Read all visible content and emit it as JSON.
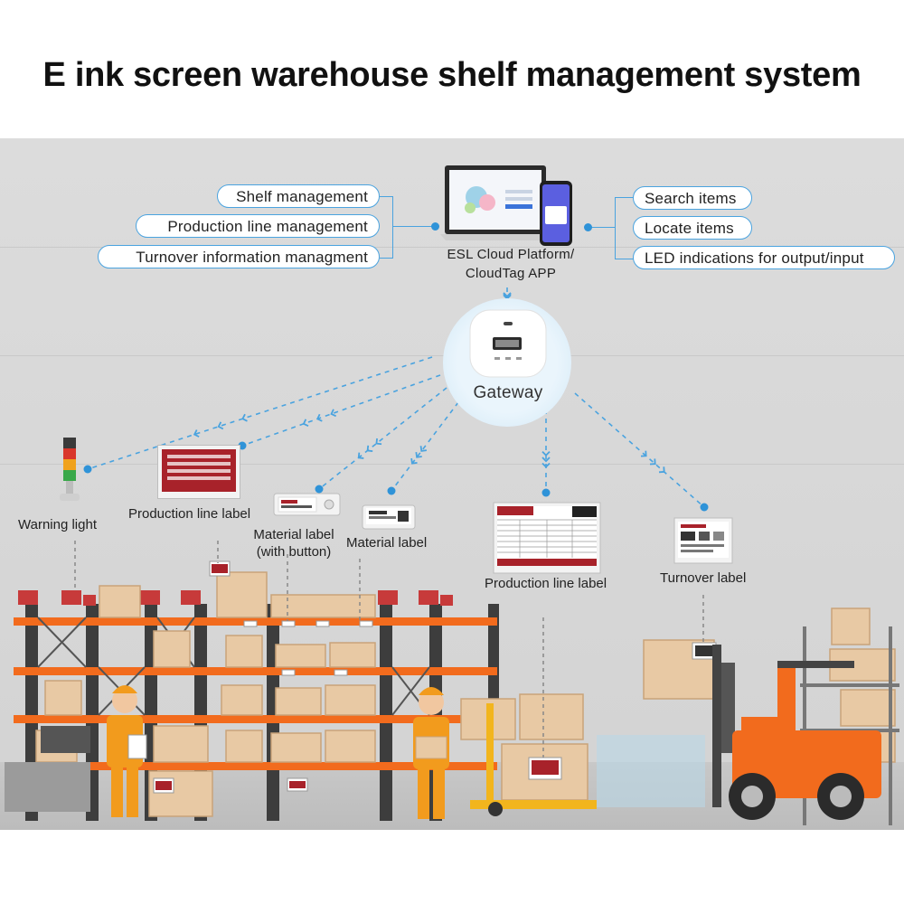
{
  "title": "E ink screen warehouse shelf management system",
  "left_features": [
    "Shelf management",
    "Production line management",
    "Turnover information managment"
  ],
  "right_features": [
    "Search items",
    "Locate items",
    "LED indications for output/input"
  ],
  "platform": {
    "line1": "ESL Cloud Platform/",
    "line2": "CloudTag APP"
  },
  "gateway": "Gateway",
  "nodes": {
    "warning_light": "Warning light",
    "production_line_label_1": "Production line label",
    "material_label_button_line1": "Material label",
    "material_label_button_line2": "(with button)",
    "material_label": "Material label",
    "production_line_label_2": "Production line label",
    "turnover_label": "Turnover label"
  },
  "colors": {
    "accent": "#4aa3df",
    "dot": "#2f93d8",
    "label_red": "#a8222a",
    "rack_orange": "#f26b1d",
    "forklift": "#f26b1d"
  }
}
